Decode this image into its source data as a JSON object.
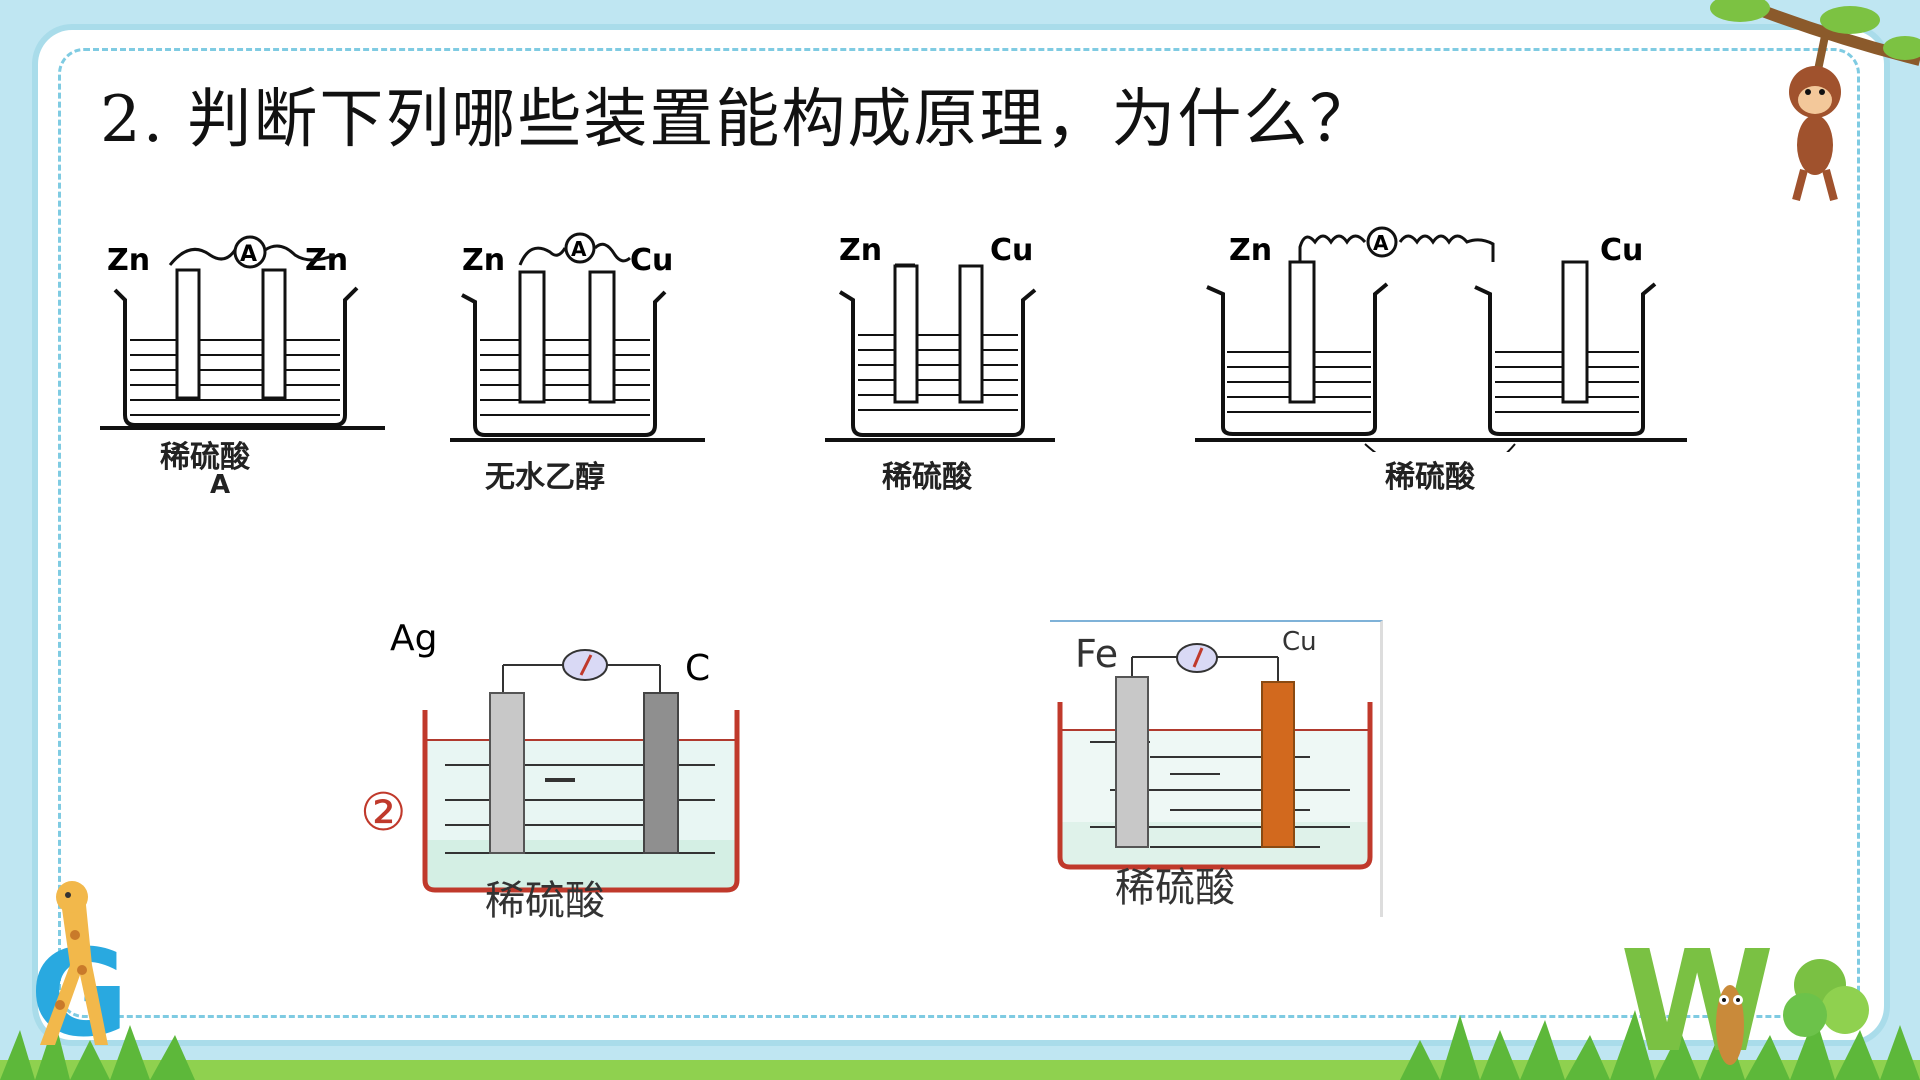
{
  "slide": {
    "title": "2. 判断下列哪些装置能构成原理，为什么？"
  },
  "apparatus": [
    {
      "id": "a",
      "left_electrode": "Zn",
      "right_electrode": "Zn",
      "meter": "A",
      "solution": "稀硫酸",
      "caption": "A"
    },
    {
      "id": "b",
      "left_electrode": "Zn",
      "right_electrode": "Cu",
      "meter": "A",
      "solution": "无水乙醇"
    },
    {
      "id": "c",
      "left_electrode": "Zn",
      "right_electrode": "Cu",
      "solution": "稀硫酸"
    },
    {
      "id": "d",
      "left_electrode": "Zn",
      "right_electrode": "Cu",
      "meter": "A",
      "solution": "稀硫酸"
    },
    {
      "id": "e",
      "left_electrode": "Ag",
      "right_electrode": "C",
      "number": "②",
      "solution": "稀硫酸"
    },
    {
      "id": "f",
      "left_electrode": "Fe",
      "right_electrode": "Cu",
      "solution": "稀硫酸"
    }
  ],
  "decorations": {
    "corner_letter_left": "G",
    "corner_letter_right": "W"
  },
  "colors": {
    "background": "#bfe6f2",
    "border_dash": "#7fcbe2",
    "grass": "#6cc24a",
    "copper": "#d2691e",
    "beaker_red": "#c0392b"
  }
}
